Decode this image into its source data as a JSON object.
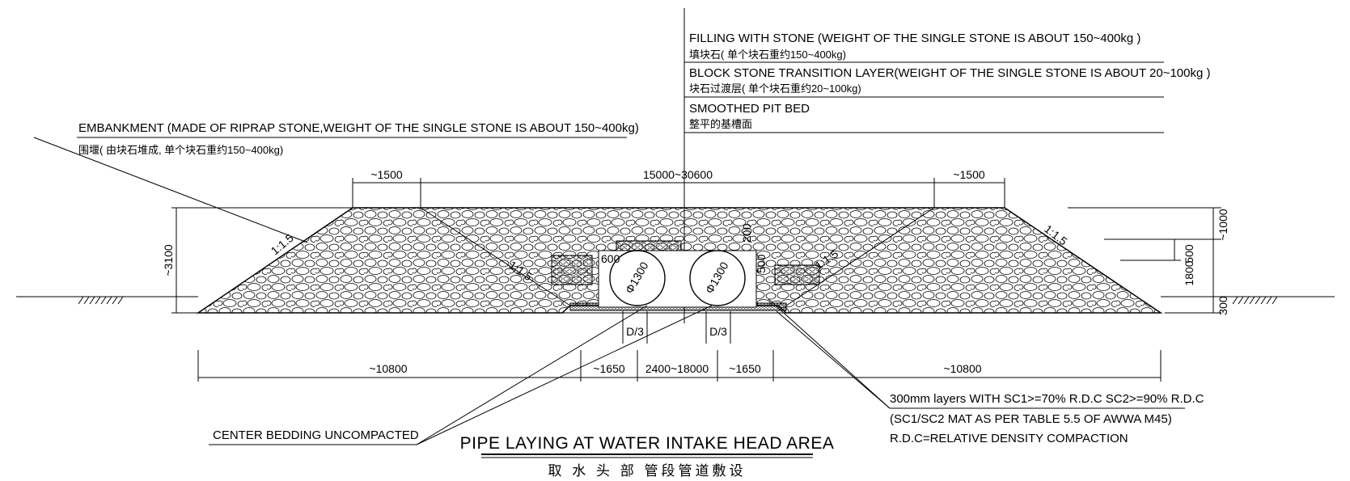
{
  "notes": {
    "filling_en": "FILLING WITH STONE (WEIGHT OF THE SINGLE STONE IS ABOUT 150~400kg )",
    "filling_cn": "填块石( 单个块石重约150~400kg)",
    "transition_en": "BLOCK STONE TRANSITION LAYER(WEIGHT OF THE SINGLE STONE IS ABOUT 20~100kg )",
    "transition_cn": "块石过渡层( 单个块石重约20~100kg)",
    "pitbed_en": "SMOOTHED PIT BED",
    "pitbed_cn": "整平的基槽面",
    "embankment_en": "EMBANKMENT (MADE OF RIPRAP STONE,WEIGHT OF THE SINGLE STONE IS ABOUT 150~400kg)",
    "embankment_cn": "围堰( 由块石堆成, 单个块石重约150~400kg)",
    "center_bedding": "CENTER BEDDING UNCOMPACTED",
    "layers_1": "300mm layers WITH SC1>=70% R.D.C SC2>=90% R.D.C",
    "layers_2": "(SC1/SC2 MAT AS PER TABLE 5.5 OF AWWA M45)",
    "layers_3": "R.D.C=RELATIVE DENSITY COMPACTION"
  },
  "dimensions": {
    "top_left": "~1500",
    "top_mid": "15000~30600",
    "top_right": "~1500",
    "left_height": "~3100",
    "slope": "1:1.5",
    "pipe_dia": "Φ1300",
    "pipe_gap": "600",
    "pipe_cover": "200",
    "pipe_side": "500",
    "d_over_3": "D/3",
    "bottom_left": "~10800",
    "bottom_1650": "~1650",
    "bottom_mid": "2400~18000",
    "bottom_right": "~10800",
    "right_1000": "~1000",
    "right_500": "500",
    "right_1800": "1800",
    "right_300": "300"
  },
  "title": {
    "en": "PIPE LAYING AT WATER INTAKE HEAD AREA",
    "cn": "取 水 头 部 管段管道敷设"
  }
}
